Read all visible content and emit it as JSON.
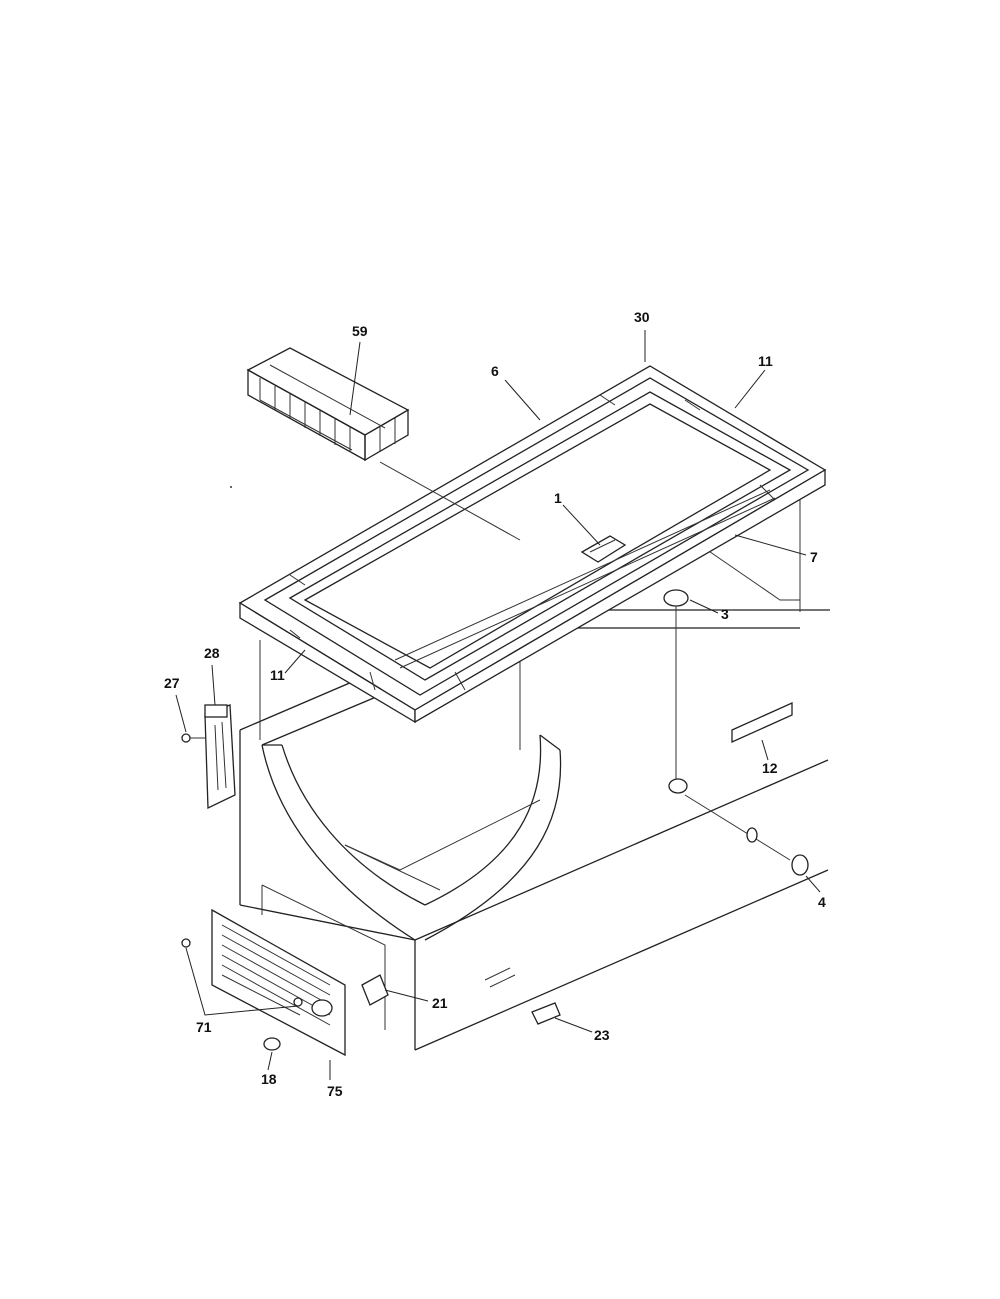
{
  "callouts": [
    {
      "id": "c-59",
      "label": "59"
    },
    {
      "id": "c-30",
      "label": "30"
    },
    {
      "id": "c-6",
      "label": "6"
    },
    {
      "id": "c-11a",
      "label": "11"
    },
    {
      "id": "c-1",
      "label": "1"
    },
    {
      "id": "c-7",
      "label": "7"
    },
    {
      "id": "c-3",
      "label": "3"
    },
    {
      "id": "c-28",
      "label": "28"
    },
    {
      "id": "c-27",
      "label": "27"
    },
    {
      "id": "c-11b",
      "label": "11"
    },
    {
      "id": "c-12",
      "label": "12"
    },
    {
      "id": "c-4",
      "label": "4"
    },
    {
      "id": "c-21",
      "label": "21"
    },
    {
      "id": "c-23",
      "label": "23"
    },
    {
      "id": "c-71",
      "label": "71"
    },
    {
      "id": "c-18",
      "label": "18"
    },
    {
      "id": "c-75",
      "label": "75"
    }
  ]
}
